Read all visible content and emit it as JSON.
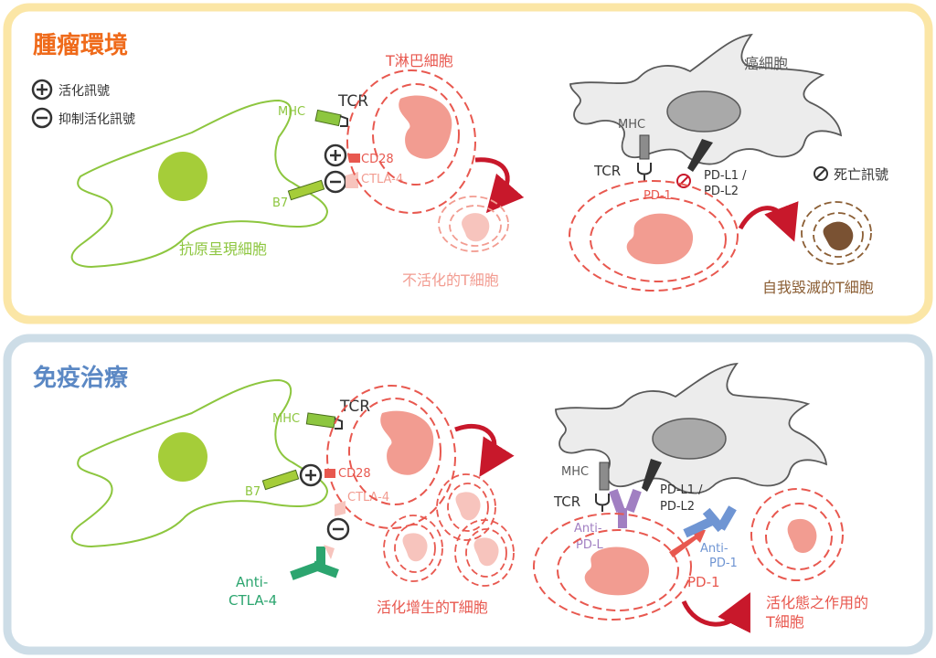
{
  "colors": {
    "env_border": "#fbe6a6",
    "immuno_border": "#cddde7",
    "env_title": "#ef6a1a",
    "immuno_title": "#5b88c4",
    "green": "#8dc63f",
    "red": "#e8584f",
    "pink": "#f29c91",
    "brown": "#8b5e34",
    "gray": "#595959",
    "purple": "#a17fc2",
    "blue": "#6f95d3",
    "teal": "#2ca56f"
  },
  "env": {
    "title": "腫瘤環境",
    "legend": [
      {
        "symbol": "+",
        "label": "活化訊號"
      },
      {
        "symbol": "−",
        "label": "抑制活化訊號"
      }
    ],
    "apc_label": "抗原呈現細胞",
    "mhc": "MHC",
    "b7": "B7",
    "tcr": "TCR",
    "cd28": "CD28",
    "ctla4": "CTLA-4",
    "tcell_label": "T淋巴細胞",
    "inactive_label": "不活化的T細胞",
    "cancer_label": "癌細胞",
    "cancer_mhc": "MHC",
    "cancer_tcr": "TCR",
    "pdl_line1": "PD-L1 /",
    "pdl_line2": "PD-L2",
    "pd1": "PD-1",
    "death_label": "死亡訊號",
    "apoptosis_label": "自我毀滅的T細胞"
  },
  "immuno": {
    "title": "免疫治療",
    "mhc": "MHC",
    "b7": "B7",
    "tcr": "TCR",
    "cd28": "CD28",
    "ctla4": "CTLA-4",
    "anti_ctla4_line1": "Anti-",
    "anti_ctla4_line2": "CTLA-4",
    "proliferating_label": "活化增生的T細胞",
    "cancer_mhc": "MHC",
    "cancer_tcr": "TCR",
    "pdl_line1": "PD-L1 /",
    "pdl_line2": "PD-L2",
    "anti_pdl_line1": "Anti-",
    "anti_pdl_line2": "PD-L",
    "anti_pd1_line1": "Anti-",
    "anti_pd1_line2": "PD-1",
    "pd1": "PD-1",
    "active_line1": "活化態之作用的",
    "active_line2": "T細胞"
  }
}
